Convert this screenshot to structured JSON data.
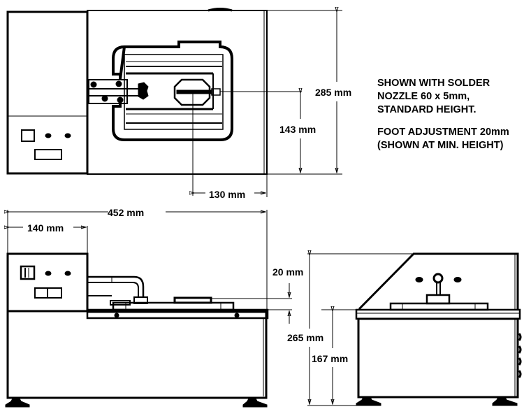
{
  "colors": {
    "ink": "#000000",
    "paper": "#ffffff"
  },
  "dimensions": {
    "top_view_depth": "285 mm",
    "top_view_nozzle_offset_y": "143 mm",
    "top_view_nozzle_offset_x": "130 mm",
    "front_view_width": "452 mm",
    "front_view_control_width": "140 mm",
    "front_view_nozzle_height": "20 mm",
    "side_view_total_height": "265 mm",
    "side_view_base_height": "167 mm"
  },
  "notes": {
    "line1": "SHOWN WITH SOLDER",
    "line2": "NOZZLE 60 x 5mm,",
    "line3": "STANDARD HEIGHT.",
    "line4": "FOOT ADJUSTMENT 20mm",
    "line5": "(SHOWN AT MIN. HEIGHT)"
  }
}
